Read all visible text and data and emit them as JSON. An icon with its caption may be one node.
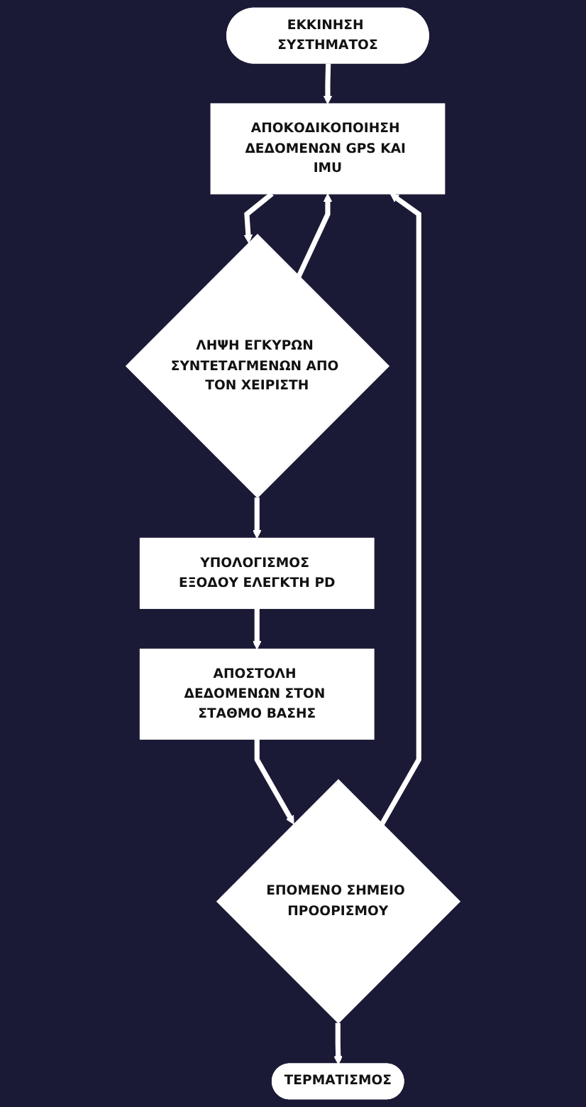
{
  "diagram": {
    "nodes": [
      {
        "text": [
          "ΕΚΚΙΝΗΣΗ ΣΥΣΤΗΜΑΤΟΣ"
        ]
      },
      {
        "text": [
          "ΑΠΟΚΟΔΙΚΟΠΟΙΗΣΗ ΔΕΔΟΜΕΝΩΝ GPS ΚΑΙ IMU"
        ]
      },
      {
        "text": [
          "ΛΗΨΗ ΕΓΚΥΡΩΝ ΣΥΝΤΕΤΑΓΜΕΝΩΝ ΑΠΟ ΤΟΝ ΧΕΙΡΙΣΤΗ"
        ]
      },
      {
        "text": [
          "ΥΠΟΛΟΓΙΣΜΟΣ ΕΞΟΔΟΥ ΕΛΕΓΚΤΗ PD"
        ]
      },
      {
        "text": [
          "ΑΠΟΣΤΟΛΗ ΔΕΔΟΜΕΝΩΝ ΣΤΟΝ ΣΤΑΘΜΟ ΒΑΣΗΣ"
        ]
      },
      {
        "text": [
          "ΕΠΟΜΕΝΟ ΣΗΜΕΙΟ ΠΡΟΟΡΙΣΜΟΥ"
        ]
      },
      {
        "text": [
          "ΤΕΡΜΑΤΙΣΜΟΣ"
        ]
      }
    ],
    "edges": [
      {
        "from": 0,
        "to": 1,
        "arrow": "to"
      },
      {
        "from": 1,
        "to": 2,
        "arrow": "to"
      },
      {
        "from": 2,
        "to": 1,
        "arrow": "to"
      },
      {
        "from": 2,
        "to": 3,
        "arrow": "to"
      },
      {
        "from": 3,
        "to": 4,
        "arrow": "to"
      },
      {
        "from": 4,
        "to": 5,
        "arrow": "to"
      },
      {
        "from": 5,
        "to": 1,
        "arrow": "to"
      },
      {
        "from": 5,
        "to": 6,
        "arrow": "to"
      }
    ]
  }
}
